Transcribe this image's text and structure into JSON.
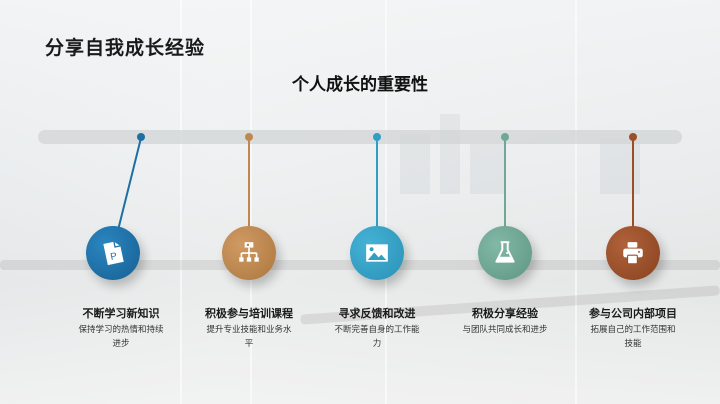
{
  "slide": {
    "title": "分享自我成长经验",
    "subtitle": "个人成长的重要性"
  },
  "timeline": {
    "items": [
      {
        "title": "不断学习新知识",
        "desc": "保持学习的热情和持续进步",
        "icon": "document-p-icon",
        "color": "#1e6fa3"
      },
      {
        "title": "积极参与培训课程",
        "desc": "提升专业技能和业务水平",
        "icon": "org-chart-icon",
        "color": "#c0884f"
      },
      {
        "title": "寻求反馈和改进",
        "desc": "不断完善自身的工作能力",
        "icon": "image-icon",
        "color": "#2f9fc4"
      },
      {
        "title": "积极分享经验",
        "desc": "与团队共同成长和进步",
        "icon": "flask-icon",
        "color": "#6fa895"
      },
      {
        "title": "参与公司内部项目",
        "desc": "拓展自己的工作范围和技能",
        "icon": "printer-icon",
        "color": "#9c4f27"
      }
    ]
  }
}
